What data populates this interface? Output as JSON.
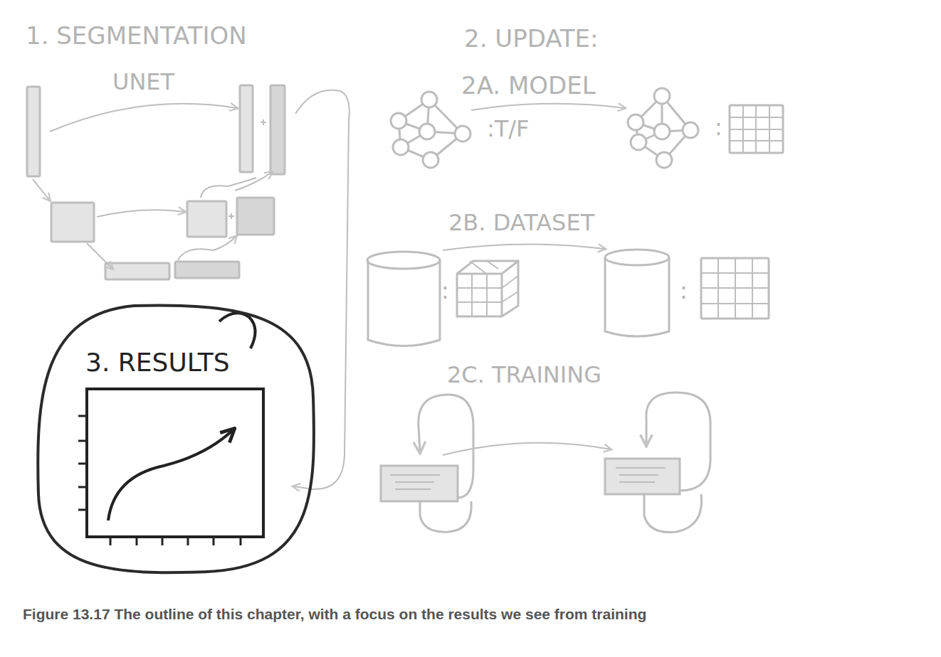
{
  "diagram": {
    "caption": "Figure 13.17 The outline of this chapter, with a focus on the results we see from training",
    "nodes": [
      {
        "text": [
          "3. RESULTS"
        ]
      }
    ],
    "labels": [
      "1. SEGMENTATION",
      "UNET",
      "2. UPDATE:",
      "2A. MODEL",
      ":T/F",
      ":",
      "2B. DATASET",
      ":",
      ":",
      "2C. TRAINING"
    ]
  }
}
